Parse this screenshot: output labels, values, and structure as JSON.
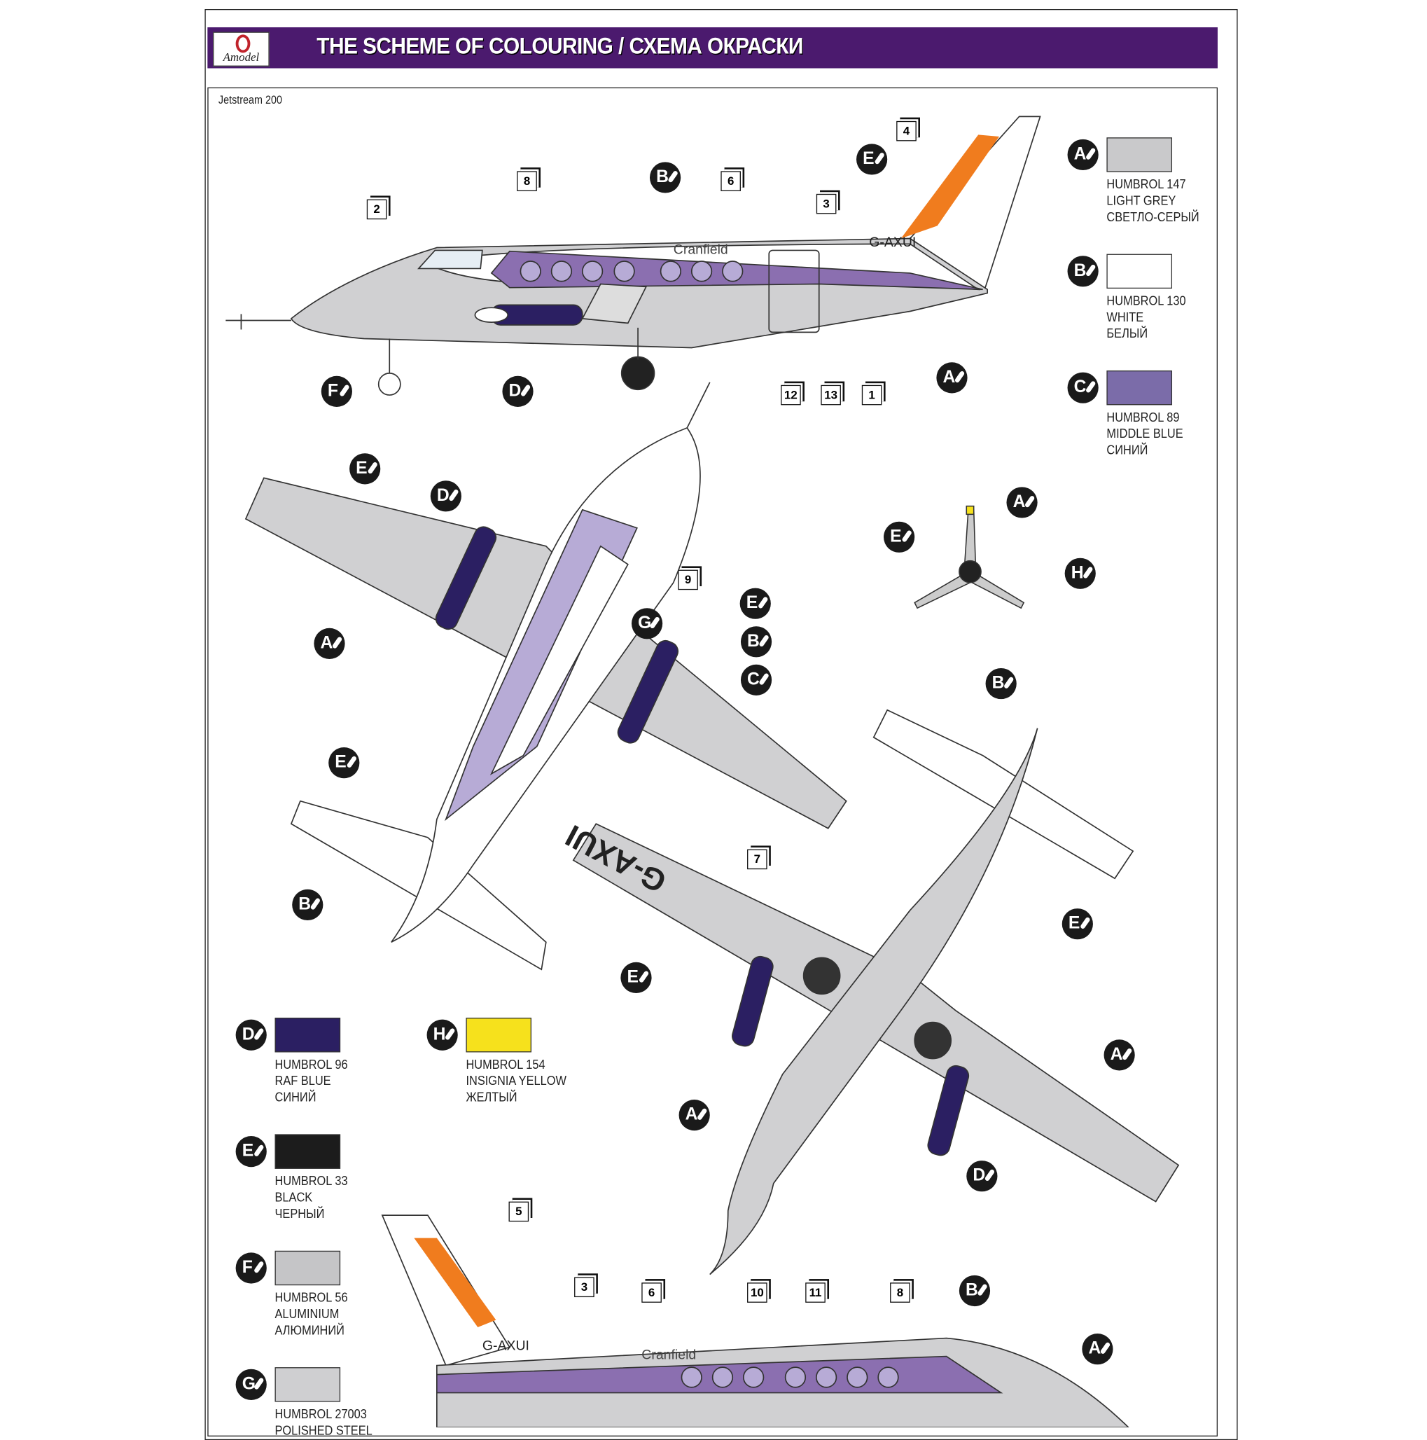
{
  "header": {
    "title": "THE SCHEME OF COLOURING / СХЕМА ОКРАСКИ",
    "logo_text": "Amodel"
  },
  "subtitle": "Jetstream 200",
  "aircraft": {
    "registration": "G-AXUI",
    "titles": "Cranfield"
  },
  "colors": [
    {
      "letter": "A",
      "code": "HUMBROL 147",
      "name": "LIGHT GREY",
      "name_ru": "СВЕТЛО-СЕРЫЙ",
      "hex": "#c9c9cb"
    },
    {
      "letter": "B",
      "code": "HUMBROL 130",
      "name": "WHITE",
      "name_ru": "БЕЛЫЙ",
      "hex": "#ffffff"
    },
    {
      "letter": "C",
      "code": "HUMBROL 89",
      "name": "MIDDLE BLUE",
      "name_ru": "СИНИЙ",
      "hex": "#7b6ca9"
    },
    {
      "letter": "D",
      "code": "HUMBROL 96",
      "name": "RAF BLUE",
      "name_ru": "СИНИЙ",
      "hex": "#2b1f62"
    },
    {
      "letter": "E",
      "code": "HUMBROL 33",
      "name": "BLACK",
      "name_ru": "ЧЕРНЫЙ",
      "hex": "#1c1c1c"
    },
    {
      "letter": "F",
      "code": "HUMBROL 56",
      "name": "ALUMINIUM",
      "name_ru": "АЛЮМИНИЙ",
      "hex": "#c5c5c7"
    },
    {
      "letter": "G",
      "code": "HUMBROL 27003",
      "name": "POLISHED STEEL",
      "name_ru": "",
      "hex": "#cfcfd1"
    },
    {
      "letter": "H",
      "code": "HUMBROL 154",
      "name": "INSIGNIA YELLOW",
      "name_ru": "ЖЕЛТЫЙ",
      "hex": "#f6e11c"
    }
  ],
  "callouts": [
    "8",
    "6",
    "2",
    "4",
    "3",
    "12",
    "13",
    "1",
    "9",
    "7",
    "5",
    "3",
    "6",
    "10",
    "11",
    "8"
  ],
  "paint_markers": [
    "B",
    "E",
    "A",
    "D",
    "F",
    "E",
    "D",
    "A",
    "A",
    "E",
    "H",
    "G",
    "E",
    "B",
    "C",
    "B",
    "E",
    "B",
    "E",
    "E",
    "A",
    "A",
    "D",
    "B",
    "A"
  ]
}
